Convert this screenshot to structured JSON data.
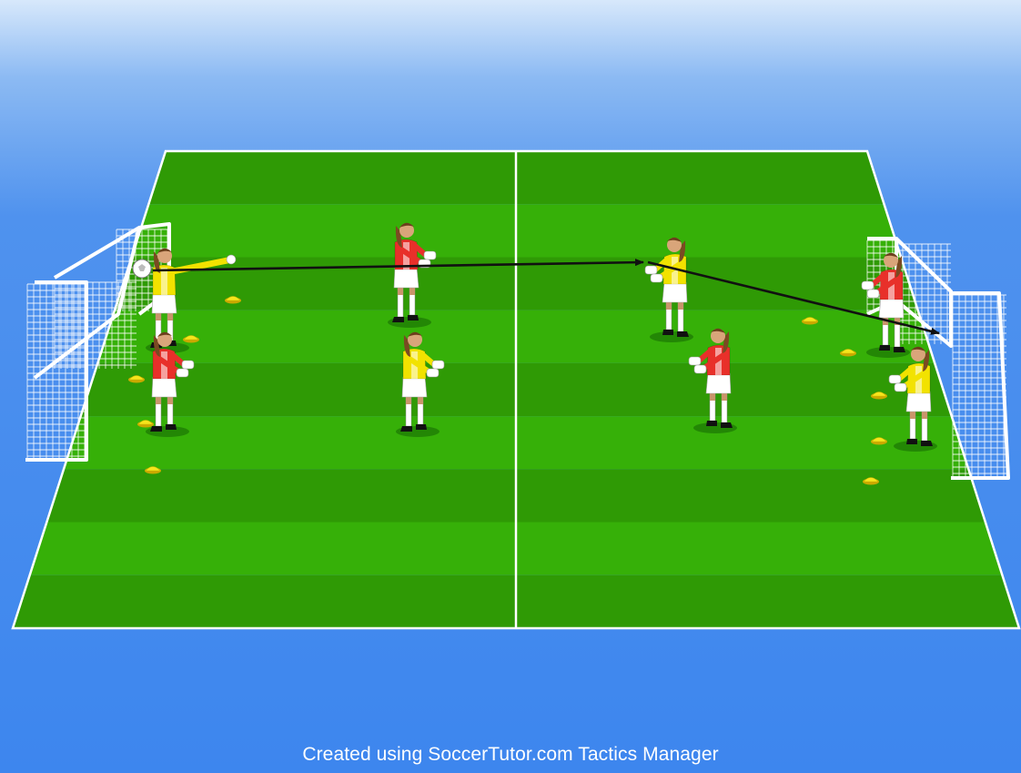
{
  "footer": {
    "credit": "Created using SoccerTutor.com Tactics Manager"
  },
  "colors": {
    "stripe_dark": "#2f9a05",
    "stripe_light": "#36b008",
    "line": "#ffffff",
    "team_red": "#e8302a",
    "team_yellow": "#f2e200",
    "cone": "#f5e51c",
    "arrow": "#111111"
  },
  "diagram": {
    "goals": [
      {
        "name": "goal-left-back",
        "side": "left"
      },
      {
        "name": "goal-left-front",
        "side": "left"
      },
      {
        "name": "goal-right-back",
        "side": "right"
      },
      {
        "name": "goal-right-front",
        "side": "right"
      }
    ],
    "players": [
      {
        "name": "player-yellow-gk-throwing",
        "team": "yellow",
        "icon": "goalkeeper-throwing-icon"
      },
      {
        "name": "player-red-left-waiting",
        "team": "red",
        "icon": "goalkeeper-ready-icon"
      },
      {
        "name": "player-red-center-left",
        "team": "red",
        "icon": "goalkeeper-ready-icon"
      },
      {
        "name": "player-yellow-center-left",
        "team": "yellow",
        "icon": "goalkeeper-ready-icon"
      },
      {
        "name": "player-yellow-center-right",
        "team": "yellow",
        "icon": "goalkeeper-ready-icon"
      },
      {
        "name": "player-red-center-right",
        "team": "red",
        "icon": "goalkeeper-ready-icon"
      },
      {
        "name": "player-red-right-goal",
        "team": "red",
        "icon": "goalkeeper-ready-icon"
      },
      {
        "name": "player-yellow-right-goal",
        "team": "yellow",
        "icon": "goalkeeper-ready-icon"
      }
    ],
    "ball_icon": "soccer-ball-icon",
    "cone_icon": "cone-marker-icon",
    "arrow_icon": "ball-pass-arrow-icon"
  }
}
